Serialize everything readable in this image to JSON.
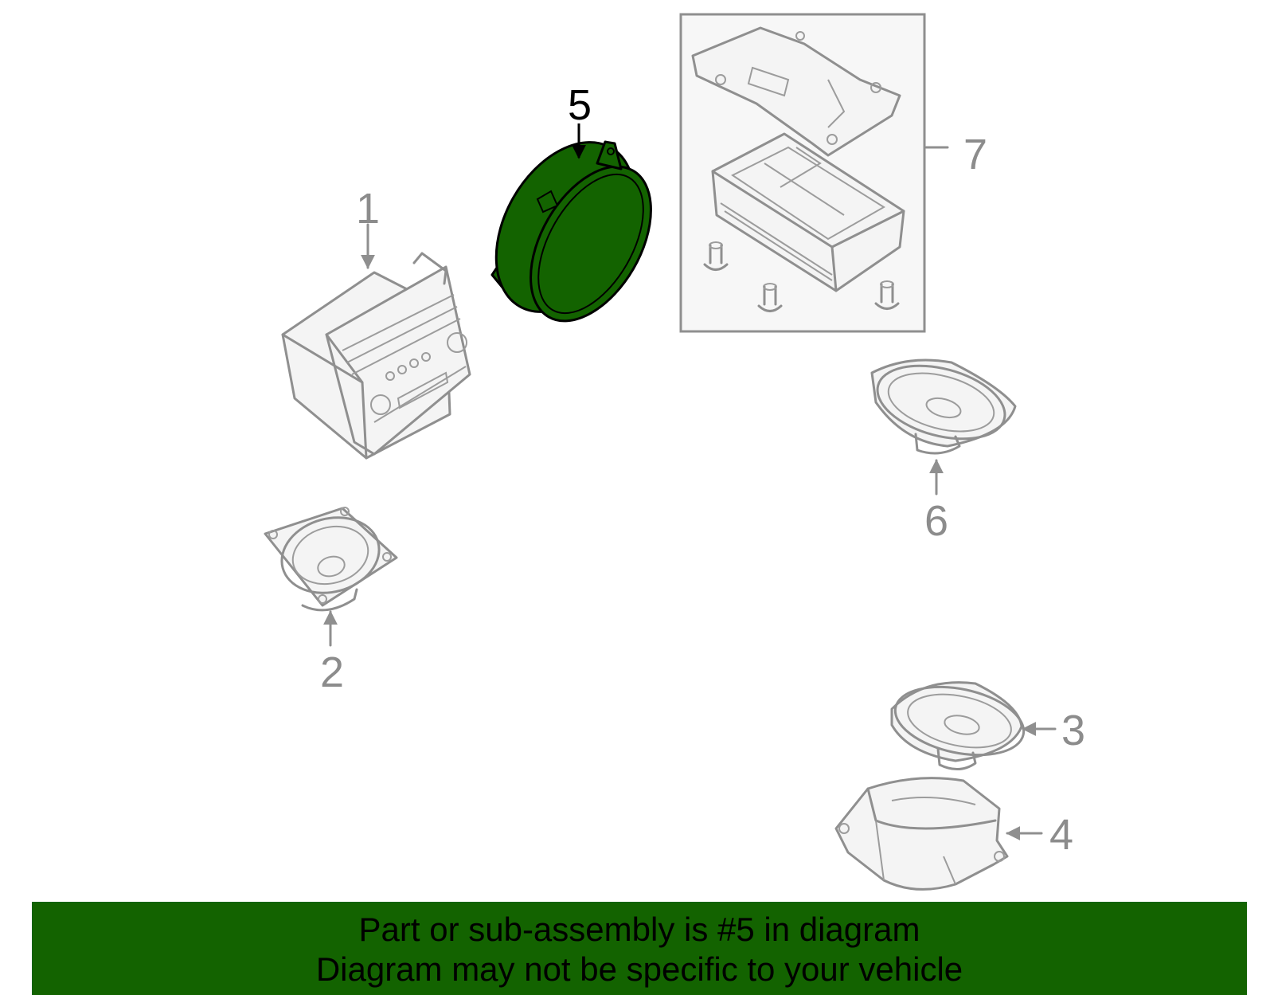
{
  "callouts": {
    "part_1": "1",
    "part_2": "2",
    "part_3": "3",
    "part_4": "4",
    "part_5": "5",
    "part_6": "6",
    "part_7": "7"
  },
  "highlighted_part": "5",
  "colors": {
    "highlight_fill": "#136300",
    "banner_background": "#136300",
    "line_art": "#8f8f8f"
  },
  "banner": {
    "line1": "Part or sub-assembly is #5 in diagram",
    "line2": "Diagram may not be specific to your vehicle"
  }
}
